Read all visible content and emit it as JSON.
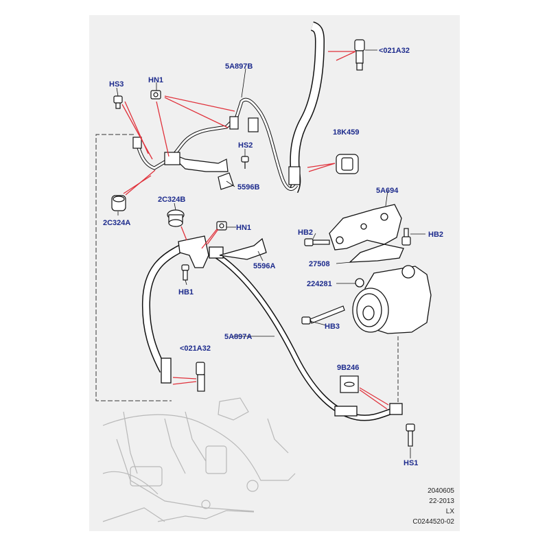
{
  "callouts": {
    "hs3": "HS3",
    "hn1_top": "HN1",
    "hose_top": "5A897B",
    "fitting_top": "<021A32",
    "reservoir_clip": "18K459",
    "hs2": "HS2",
    "bracket_top": "5596B",
    "grommet_top": "2C324B",
    "grommet_left": "2C324A",
    "hn1_mid": "HN1",
    "bracket_mid": "5596A",
    "hb1": "HB1",
    "pump_bracket": "5A694",
    "hb2_left": "HB2",
    "hb2_right": "HB2",
    "heat_shield": "27508",
    "pump": "224281",
    "hb3": "HB3",
    "hose_main": "5A897A",
    "fitting_bottom": "<021A32",
    "o_ring": "9B246",
    "hs1": "HS1"
  },
  "footer": {
    "code1": "2040605",
    "code2": "22-2013",
    "code3": "LX",
    "code4": "C0244520-02"
  },
  "colors": {
    "panel": "#f0f0f0",
    "callout_text": "#1c2a8c",
    "leader_lines": "#e0303a",
    "part_lines": "#111111",
    "vehicle_ghost": "#b8b8b8"
  }
}
